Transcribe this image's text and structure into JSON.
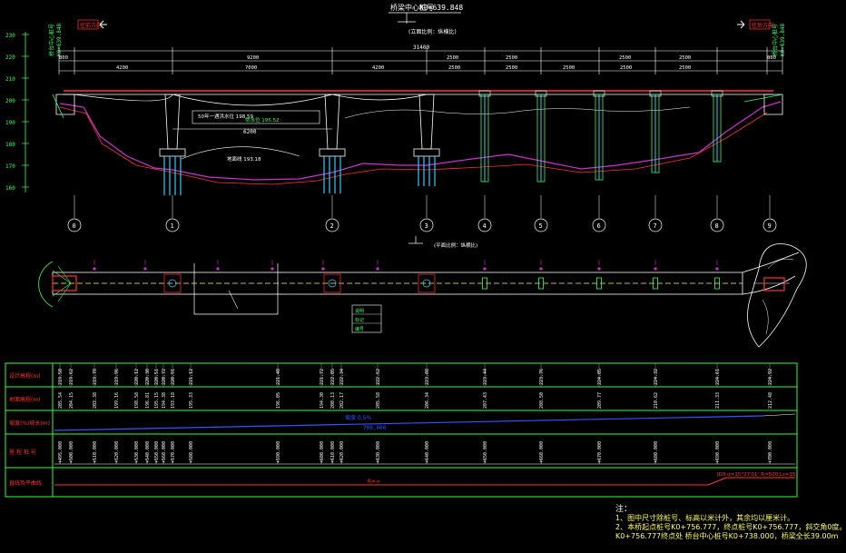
{
  "header": {
    "title": "桥梁中心桩号",
    "station": "K0+639.848",
    "scale": "(立面比例：纵横比)"
  },
  "left_end": {
    "label": "桥台中心桩号",
    "station": "K0+639.848",
    "direction": "往前方向"
  },
  "right_end": {
    "label": "桥台中心桩号",
    "station": "K0+639.848",
    "direction": "往后方向"
  },
  "overall_dim": "31400",
  "span_dims": [
    "800",
    "9200",
    "2500",
    "2500",
    "2500",
    "2500",
    "800"
  ],
  "sub_dims": [
    "4200",
    "7000",
    "4200",
    "2500",
    "2500",
    "2500",
    "2500",
    "2500"
  ],
  "elevation_ticks": [
    "230",
    "220",
    "210",
    "200",
    "190",
    "180",
    "170",
    "160"
  ],
  "elevation_labels": {
    "water_level": "50年一遇洪水位 198.59",
    "normal_level": "常水位 195.52",
    "ground": "地面线 193.18",
    "clear_span": "6200"
  },
  "pier_labels": [
    "0",
    "1",
    "2",
    "3",
    "4",
    "5",
    "6",
    "7",
    "8",
    "9"
  ],
  "plan_scale": "(平面比例：纵横比)",
  "plan_notes": [
    "说明",
    "标记",
    "编号"
  ],
  "table": {
    "rows": [
      "设计高程(m)",
      "地面高程(m)",
      "坡度(%)坡长(m)",
      "里 程 桩 号",
      "直线及平曲线"
    ],
    "design_elevations": [
      "219.50",
      "219.62",
      "219.78",
      "219.96",
      "220.12",
      "220.30",
      "220.51",
      "220.72",
      "220.91",
      "221.12",
      "221.40",
      "221.72",
      "222.05",
      "222.34",
      "222.62",
      "223.08",
      "223.44",
      "223.76",
      "224.05",
      "224.32",
      "224.61",
      "224.92"
    ],
    "ground_elevations": [
      "205.54",
      "204.15",
      "203.38",
      "199.16",
      "198.58",
      "196.81",
      "195.15",
      "194.38",
      "193.18",
      "195.33",
      "196.05",
      "194.30",
      "200.13",
      "202.17",
      "205.58",
      "206.34",
      "207.43",
      "208.50",
      "209.77",
      "210.62",
      "211.33",
      "212.48"
    ],
    "grade": "坡度 0.5%",
    "grade_length": "700.000",
    "stations": [
      "+495.000",
      "+500.000",
      "+510.000",
      "+520.000",
      "+530.000",
      "+540.000",
      "+550.000",
      "+560.000",
      "+570.000",
      "+580.000",
      "+590.000",
      "+600.000",
      "+610.000",
      "+620.000",
      "+630.000",
      "+640.000",
      "+650.000",
      "+660.000",
      "+670.000",
      "+680.000",
      "+690.000",
      "+700.000"
    ],
    "curve_text": "R=∞",
    "curve_right": "JD3 α=15°27′01″ R=500 Ls=35"
  },
  "notes": {
    "heading": "注：",
    "lines": [
      "1、图中尺寸除桩号、标高以米计外，其余均以厘米计。",
      "2、本桥起点桩号K0+756.777，终点桩号K0+756.777，斜交角0度。",
      "   K0+756.777终点处    桥台中心桩号K0+738.000，桥梁全长39.00m"
    ]
  },
  "colors": {
    "background": "#000000",
    "line": "#ffffff",
    "deck": "#ff3333",
    "profile": "#cc33cc",
    "pier": "#33ccff",
    "text_green": "#33ff66",
    "text_yellow": "#ffff55",
    "table_border": "#33ff33",
    "grade_line": "#3355ff"
  },
  "icons": {
    "left_arrow": "arrow-left-icon",
    "right_arrow": "arrow-right-icon"
  }
}
